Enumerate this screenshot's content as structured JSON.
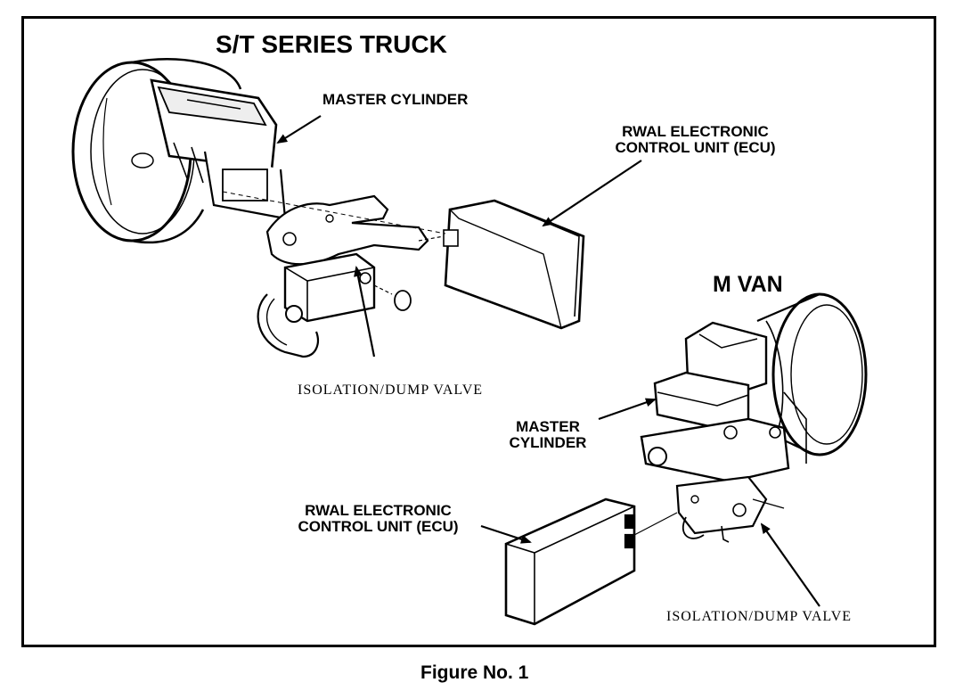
{
  "figure": {
    "caption": "Figure No. 1"
  },
  "st_truck": {
    "title": "S/T SERIES TRUCK",
    "master_cylinder_label": "MASTER CYLINDER",
    "ecu_label_line1": "RWAL ELECTRONIC",
    "ecu_label_line2": "CONTROL UNIT (ECU)",
    "valve_label": "ISOLATION/DUMP VALVE"
  },
  "m_van": {
    "title": "M VAN",
    "master_cylinder_line1": "MASTER",
    "master_cylinder_line2": "CYLINDER",
    "ecu_label_line1": "RWAL ELECTRONIC",
    "ecu_label_line2": "CONTROL UNIT (ECU)",
    "valve_label": "ISOLATION/DUMP VALVE"
  }
}
